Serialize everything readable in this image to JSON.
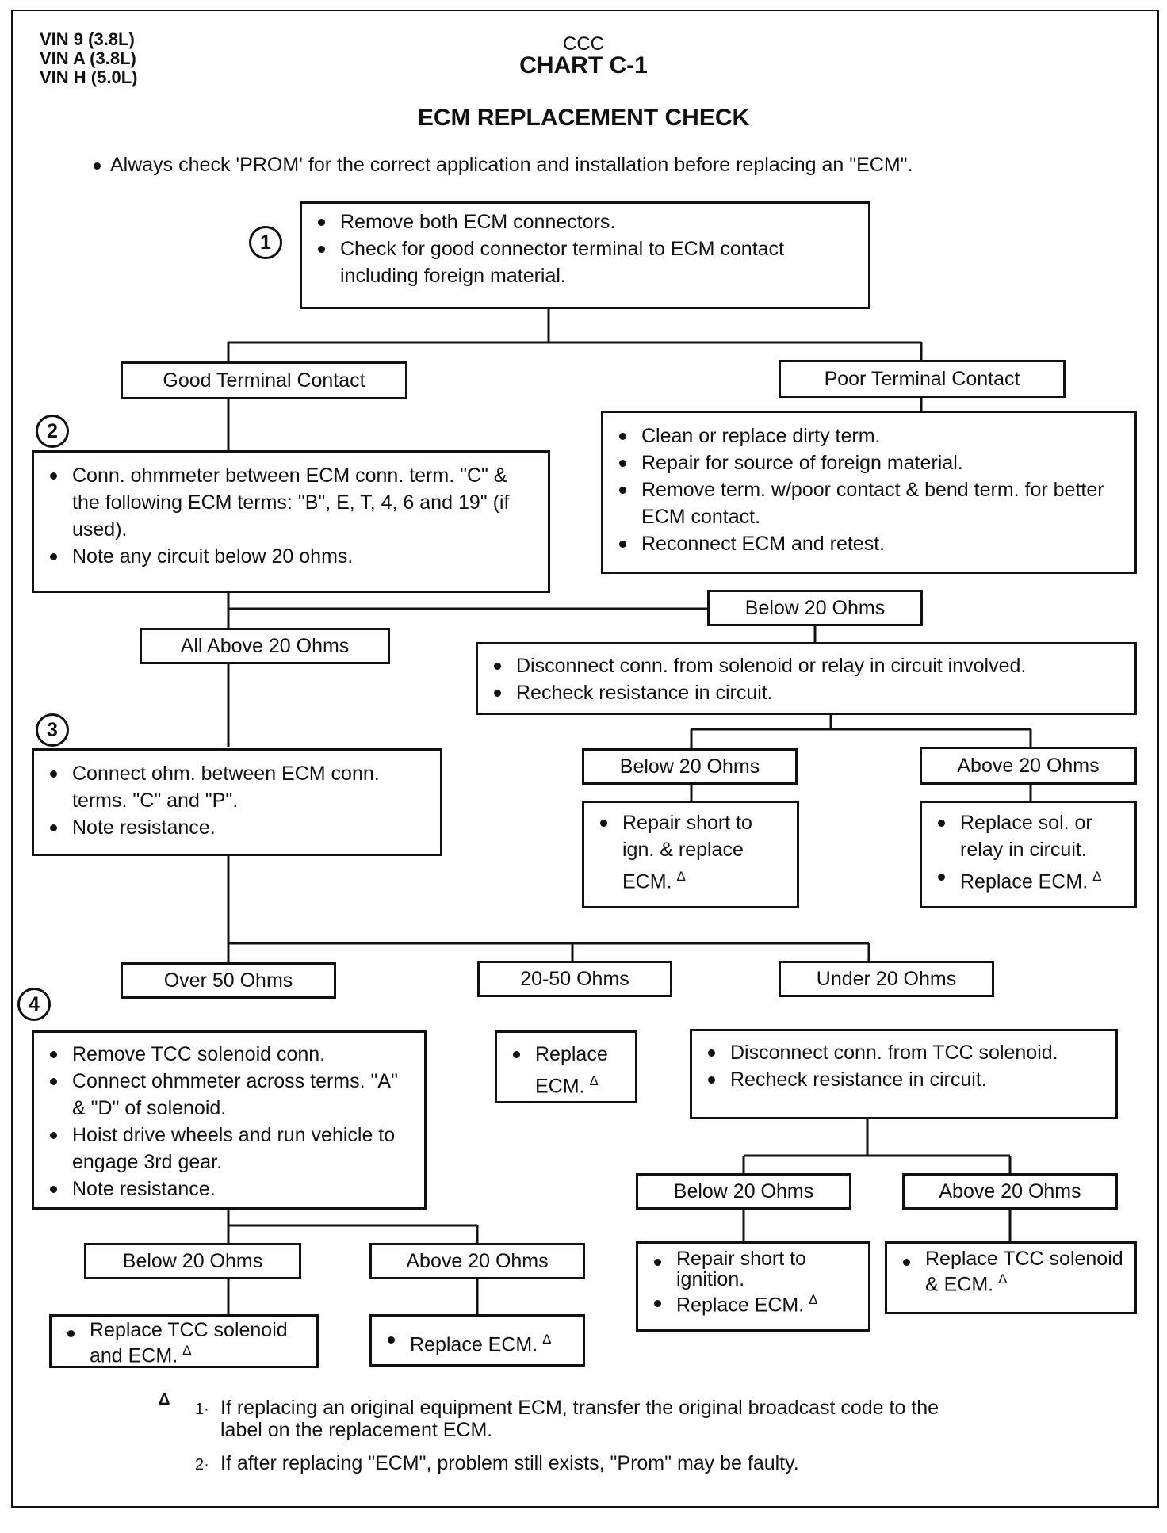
{
  "header": {
    "vin": [
      "VIN 9 (3.8L)",
      "VIN A (3.8L)",
      "VIN H (5.0L)"
    ],
    "ccc": "CCC",
    "chart": "CHART C-1",
    "title": "ECM REPLACEMENT CHECK",
    "note": "Always check 'PROM' for the correct application and installation before replacing an \"ECM\"."
  },
  "steps": {
    "s1": "1",
    "s2": "2",
    "s3": "3",
    "s4": "4"
  },
  "box1": [
    "Remove both ECM connectors.",
    "Check for good connector terminal to ECM contact including foreign material."
  ],
  "good_contact": "Good Terminal Contact",
  "poor_contact": "Poor Terminal Contact",
  "poor_box": [
    "Clean or replace dirty term.",
    "Repair for source of foreign material.",
    "Remove term. w/poor contact & bend term. for better ECM contact.",
    "Reconnect ECM and retest."
  ],
  "box2": [
    "Conn. ohmmeter between ECM conn. term. \"C\" & the following ECM terms: \"B\", E, T, 4, 6 and 19\" (if used).",
    "Note any circuit below 20 ohms."
  ],
  "all_above_20": "All Above 20 Ohms",
  "below_20_a": "Below 20 Ohms",
  "disconnect_box": [
    "Disconnect conn. from solenoid or relay in circuit involved.",
    "Recheck resistance in circuit."
  ],
  "below_20_b": "Below 20 Ohms",
  "above_20_b": "Above 20 Ohms",
  "repair_short_ign": [
    "Repair short to ign. & replace ECM."
  ],
  "replace_sol_relay": [
    "Replace sol. or relay in circuit.",
    "Replace ECM."
  ],
  "box3": [
    "Connect ohm. between ECM conn. terms. \"C\" and \"P\".",
    "Note resistance."
  ],
  "over_50": "Over  50 Ohms",
  "range_20_50": "20-50 Ohms",
  "under_20": "Under  20 Ohms",
  "replace_ecm_mid": [
    "Replace ECM."
  ],
  "tcc_disconnect_box": [
    "Disconnect conn. from TCC solenoid.",
    "Recheck resistance in circuit."
  ],
  "box4": [
    "Remove TCC solenoid conn.",
    "Connect ohmmeter across terms. \"A\" & \"D\" of solenoid.",
    "Hoist drive wheels and run vehicle to engage 3rd gear.",
    "Note resistance."
  ],
  "below_20_c": "Below 20 Ohms",
  "above_20_c": "Above 20 Ohms",
  "below_20_d": "Below 20 Ohms",
  "above_20_d": "Above 20 Ohms",
  "replace_tcc_ecm": [
    "Replace TCC solenoid and ECM."
  ],
  "replace_ecm_bottom": [
    "Replace ECM."
  ],
  "repair_short_ignition": [
    "Repair short to ignition.",
    "Replace ECM."
  ],
  "replace_tcc_sol_ecm": [
    "Replace TCC solenoid & ECM."
  ],
  "footnote": {
    "symbol": "Δ",
    "n1": "1·",
    "t1": "If replacing an original equipment ECM, transfer the original broadcast code to the label on the replacement ECM.",
    "n2": "2·",
    "t2": "If after replacing \"ECM\", problem still exists, \"Prom\" may be faulty."
  }
}
